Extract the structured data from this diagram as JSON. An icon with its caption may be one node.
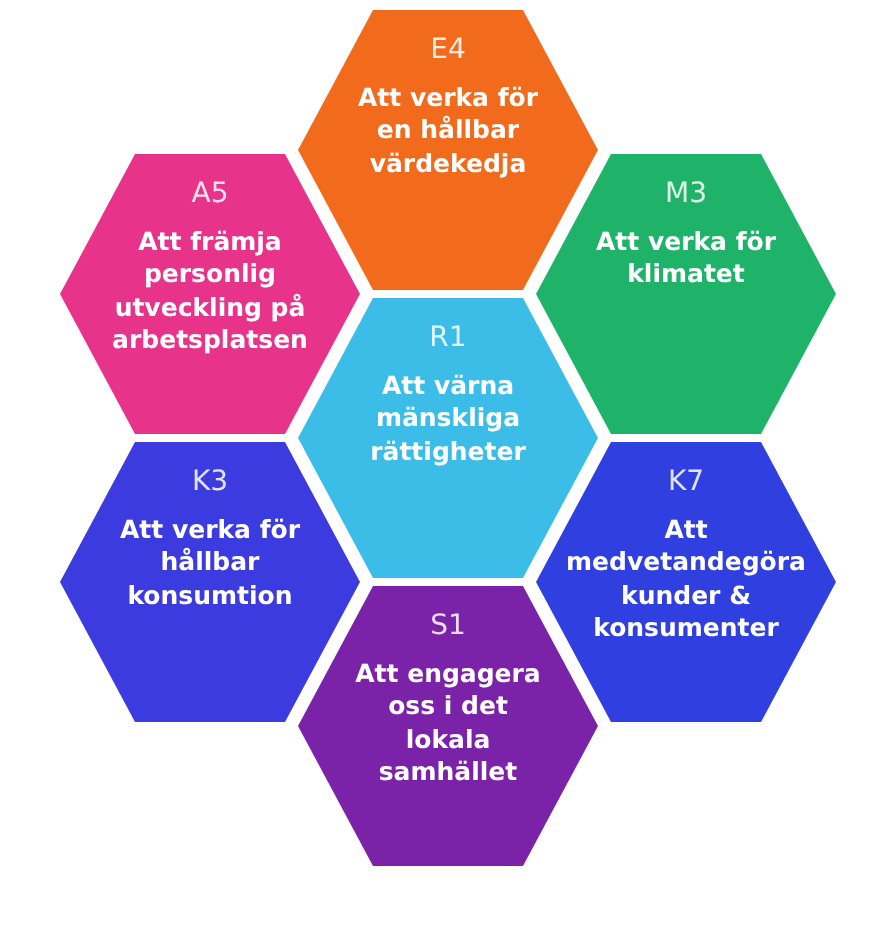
{
  "diagram": {
    "nodes": [
      {
        "text": [
          "E4",
          "Att verka för en hållbar värdekedja"
        ]
      },
      {
        "text": [
          "A5",
          "Att främja personlig utveckling på arbetsplatsen"
        ]
      },
      {
        "text": [
          "M3",
          "Att verka för klimatet"
        ]
      },
      {
        "text": [
          "R1",
          "Att värna mänskliga rättigheter"
        ]
      },
      {
        "text": [
          "K3",
          "Att verka för hållbar konsumtion"
        ]
      },
      {
        "text": [
          "K7",
          "Att medvetandegöra kunder & konsumenter"
        ]
      },
      {
        "text": [
          "S1",
          "Att engagera oss i det lokala samhället"
        ]
      }
    ],
    "edges": []
  }
}
